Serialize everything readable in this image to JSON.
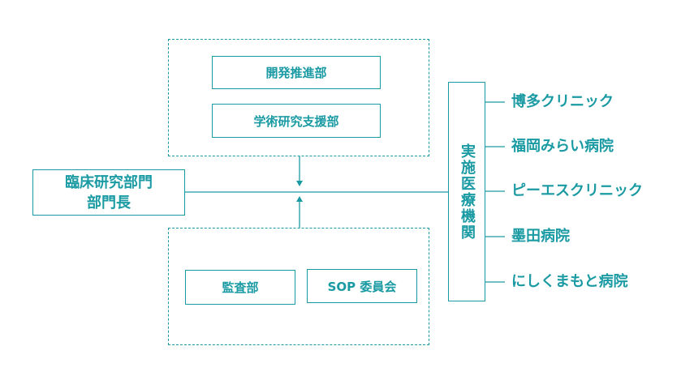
{
  "dept_head": {
    "line1": "臨床研究部門",
    "line2": "部門長"
  },
  "upper_group": {
    "dept1": "開発推進部",
    "dept2": "学術研究支援部"
  },
  "lower_group": {
    "dept1": "監査部",
    "dept2": "SOP 委員会"
  },
  "implementing_org": "実施医療機関",
  "institutions": [
    "博多クリニック",
    "福岡みらい病院",
    "ピーエスクリニック",
    "墨田病院",
    "にしくまもと病院"
  ],
  "colors": {
    "accent": "#1a9aa3"
  }
}
